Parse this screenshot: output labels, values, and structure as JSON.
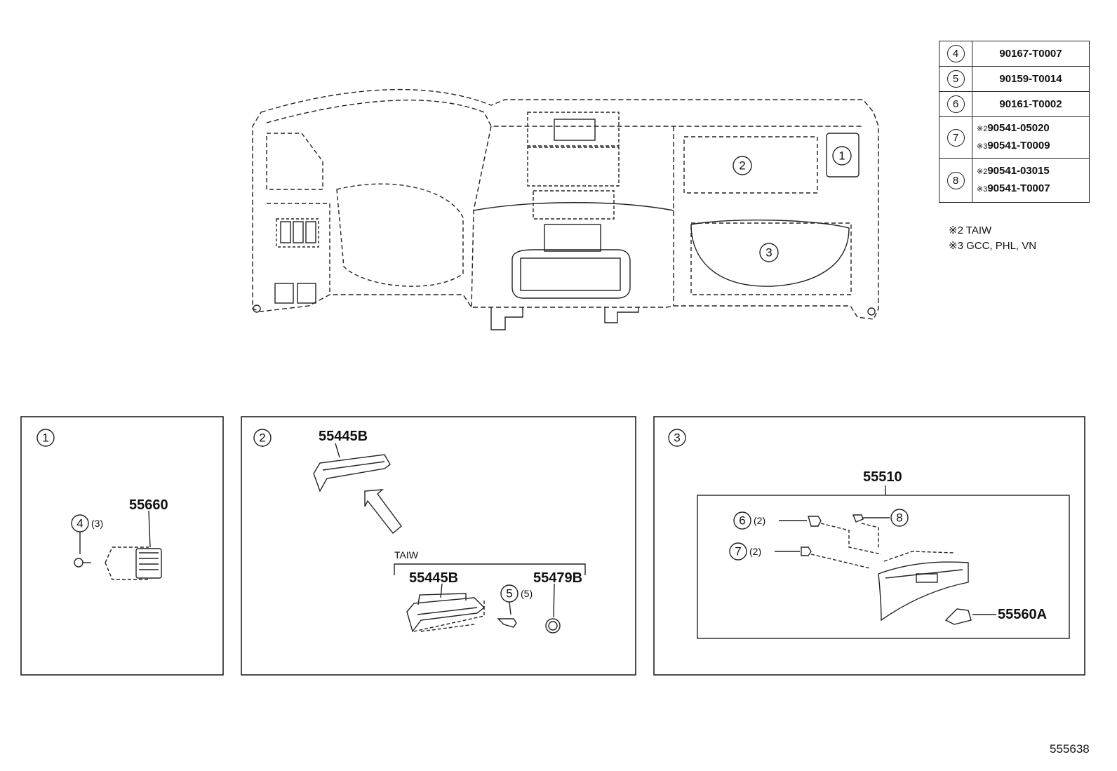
{
  "legend": [
    {
      "key": "4",
      "lines": [
        {
          "mark": "",
          "part": "90167-T0007"
        }
      ]
    },
    {
      "key": "5",
      "lines": [
        {
          "mark": "",
          "part": "90159-T0014"
        }
      ]
    },
    {
      "key": "6",
      "lines": [
        {
          "mark": "",
          "part": "90161-T0002"
        }
      ]
    },
    {
      "key": "7",
      "lines": [
        {
          "mark": "※2",
          "part": "90541-05020"
        },
        {
          "mark": "※3",
          "part": "90541-T0009"
        }
      ]
    },
    {
      "key": "8",
      "lines": [
        {
          "mark": "※2",
          "part": "90541-03015"
        },
        {
          "mark": "※3",
          "part": "90541-T0007"
        }
      ]
    }
  ],
  "notes": [
    "※2 TAIW",
    "※3 GCC, PHL, VN"
  ],
  "main_callouts": [
    "1",
    "2",
    "3"
  ],
  "panel1": {
    "title": "1",
    "part": "55660",
    "fastener": "4",
    "qty": "(3)"
  },
  "panel2": {
    "title": "2",
    "part_top": "55445B",
    "group_label": "TAIW",
    "part_left": "55445B",
    "part_right": "55479B",
    "fastener": "5",
    "qty": "(5)"
  },
  "panel3": {
    "title": "3",
    "part_box": "55510",
    "f6": "6",
    "f6_qty": "(2)",
    "f7": "7",
    "f7_qty": "(2)",
    "f8": "8",
    "part_latch": "55560A"
  },
  "ref": "555638"
}
